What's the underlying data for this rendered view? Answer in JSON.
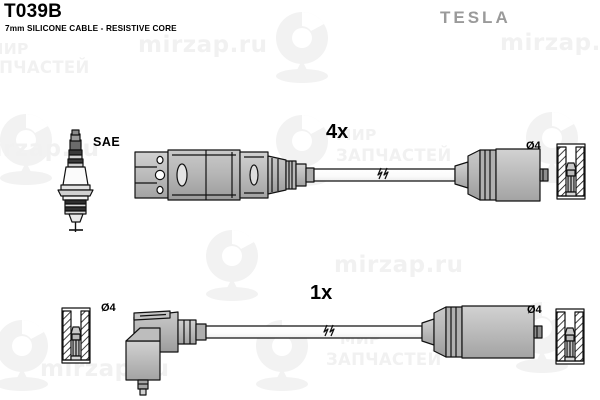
{
  "document": {
    "part_number": "T039B",
    "description": "7mm SILICONE CABLE - RESISTIVE CORE",
    "brand": "TESLA"
  },
  "labels": {
    "plug_standard": "SAE",
    "qty_top": "4x",
    "qty_bottom": "1x",
    "diameter_top_right": "Ø4",
    "diameter_bottom_left": "Ø4",
    "diameter_bottom_right": "Ø4"
  },
  "watermarks": {
    "site": "mirzap.ru",
    "line1": "МИР",
    "line2": "ЗАПЧАСТЕЙ"
  },
  "colors": {
    "outline": "#111111",
    "body_light": "#c9c9c9",
    "body_mid": "#b3b3b3",
    "body_dark": "#9d9d9d",
    "cable": "#fdfdfd",
    "brand_gray": "#9a9a9a",
    "watermark_gray": "#f1f1f1"
  },
  "diagram": {
    "items": [
      {
        "id": "spark-plug",
        "name": "Spark plug reference (SAE)"
      },
      {
        "id": "cable-4x",
        "name": "Ignition cable assembly, straight boot, quantity 4"
      },
      {
        "id": "terminal-4x",
        "name": "Terminal cross-section Ø4 for 4x cable"
      },
      {
        "id": "terminal-1x-left",
        "name": "Terminal cross-section Ø4 for 1x cable, coil end"
      },
      {
        "id": "cable-1x",
        "name": "Coil lead with 90 degree connector, quantity 1"
      },
      {
        "id": "terminal-1x-right",
        "name": "Terminal cross-section Ø4 for 1x cable, plug end"
      }
    ]
  }
}
